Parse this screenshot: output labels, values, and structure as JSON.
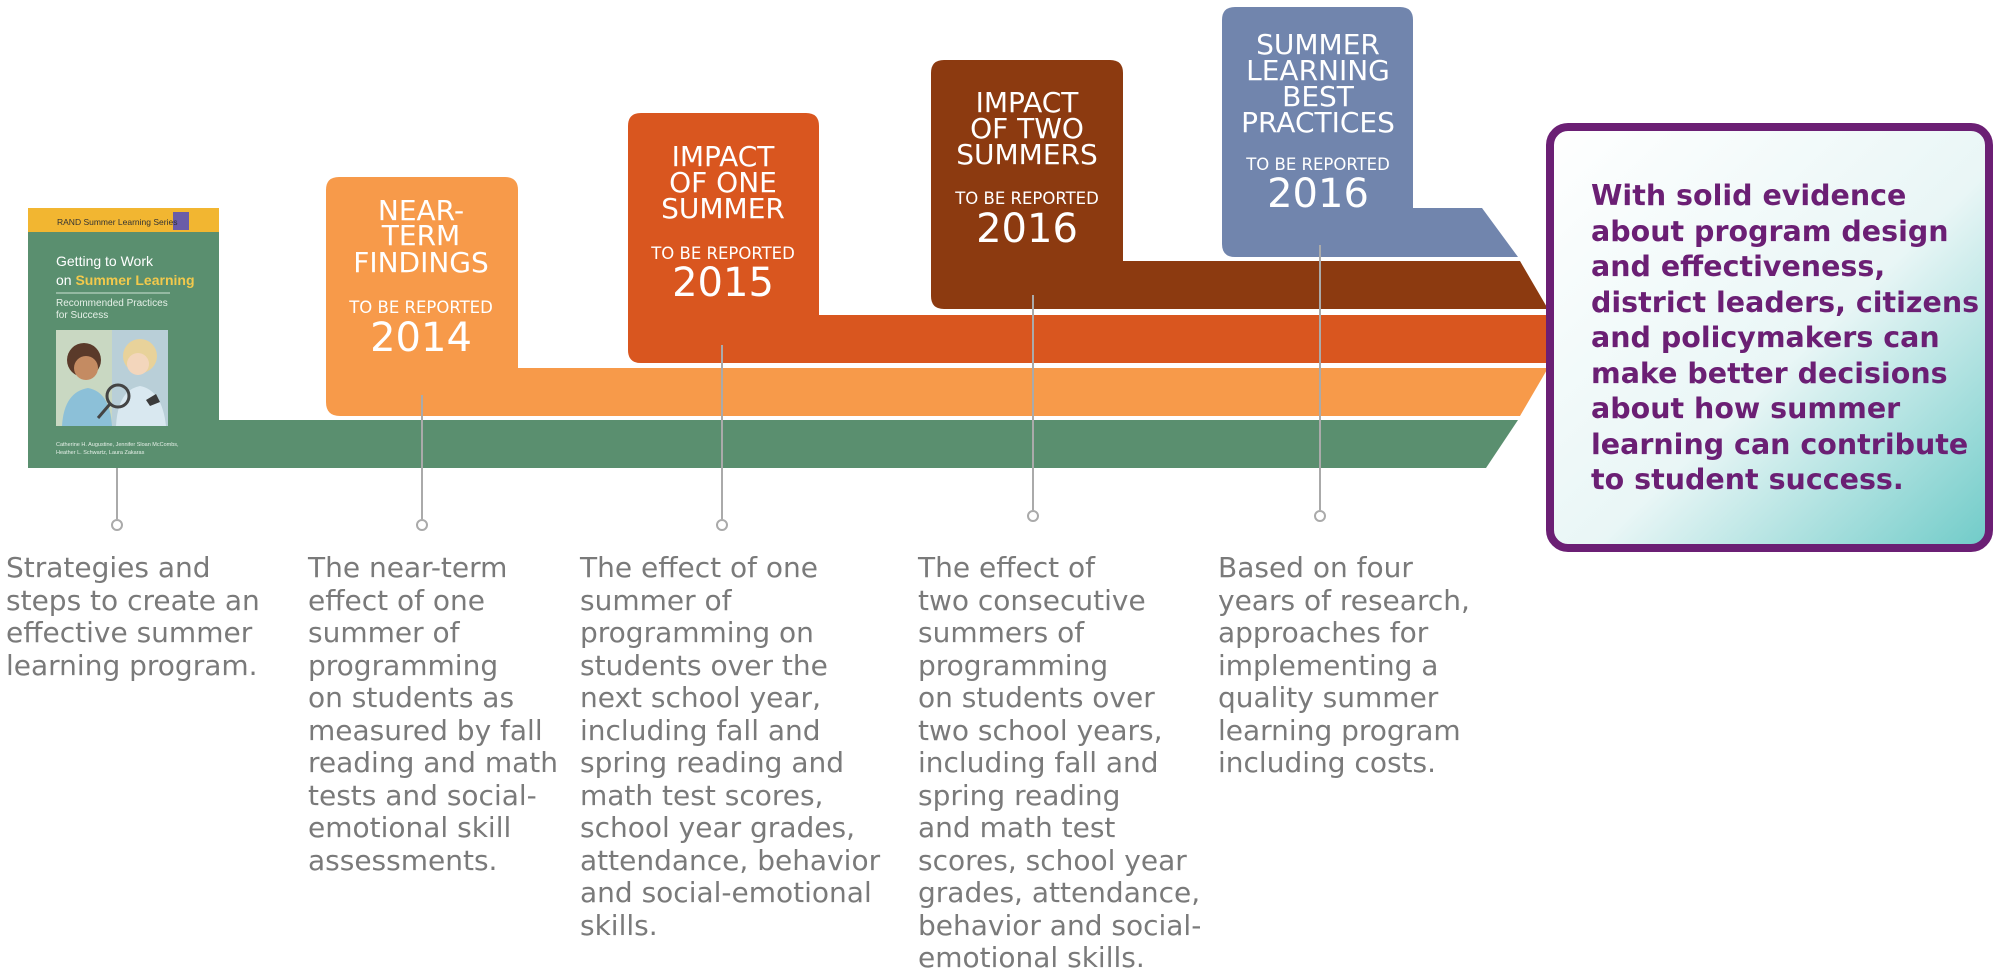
{
  "colors": {
    "green": "#5a8f6f",
    "light_orange": "#f79a4a",
    "orange": "#d9561f",
    "brown": "#8c3a10",
    "slate_blue": "#7185ad",
    "purple": "#6b1f74",
    "teal": "#6fcbc8",
    "gray_text": "#7a7a7a"
  },
  "cover": {
    "series": "RAND Summer Learning Series",
    "title_line1": "Getting to Work",
    "title_line2_prefix": "on ",
    "title_line2_highlight": "Summer Learning",
    "subtitle_line1": "Recommended Practices",
    "subtitle_line2": "for Success",
    "authors_line1": "Catherine H. Augustine, Jennifer Sloan McCombs,",
    "authors_line2": "Heather L. Schwartz, Laura Zakaras",
    "image_icon": "children-with-magnifier-photo"
  },
  "milestones": [
    {
      "title_lines": [
        "NEAR-",
        "TERM",
        "FINDINGS"
      ],
      "reported_label": "TO BE REPORTED",
      "year": "2014"
    },
    {
      "title_lines": [
        "IMPACT",
        "OF ONE",
        "SUMMER"
      ],
      "reported_label": "TO BE REPORTED",
      "year": "2015"
    },
    {
      "title_lines": [
        "IMPACT",
        "OF TWO",
        "SUMMERS"
      ],
      "reported_label": "TO BE REPORTED",
      "year": "2016"
    },
    {
      "title_lines": [
        "SUMMER",
        "LEARNING",
        "BEST",
        "PRACTICES"
      ],
      "reported_label": "TO BE REPORTED",
      "year": "2016"
    }
  ],
  "descriptions": [
    "Strategies and\nsteps to create an\neffective summer\nlearning program.",
    "The near-term\neffect of one\nsummer of\nprogramming\non students as\nmeasured by fall\nreading and math\ntests and social-\nemotional skill\nassessments.",
    "The effect of one\nsummer of\nprogramming on\nstudents over the\nnext school year,\nincluding fall and\nspring reading and\nmath test scores,\nschool year grades,\nattendance, behavior\nand social-emotional\nskills.",
    "The effect of\ntwo consecutive\nsummers of\nprogramming\non students over\ntwo school years,\nincluding fall and\nspring reading\nand math test\nscores, school year\ngrades, attendance,\nbehavior and social-\nemotional skills.",
    "Based on four\nyears of research,\napproaches for\nimplementing a\nquality summer\nlearning program\nincluding costs."
  ],
  "conclusion": "With solid evidence\nabout program design\nand effectiveness,\ndistrict leaders, citizens\nand policymakers can\nmake better decisions\nabout how summer\nlearning can contribute\nto student success."
}
